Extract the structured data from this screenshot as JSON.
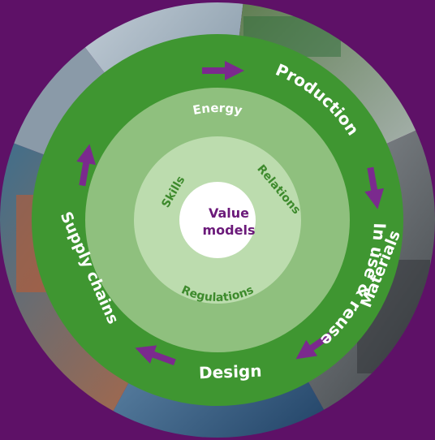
{
  "diagram": {
    "cycle_stages": [
      "Production",
      "In use & reuse",
      "Materials",
      "Design",
      "Supply chains"
    ],
    "middle_ring": [
      "Energy"
    ],
    "inner_ring": [
      "Skills",
      "Relations",
      "Regulations"
    ],
    "core": {
      "line1": "Value",
      "line2": "models"
    },
    "colors": {
      "background": "#5e1167",
      "outer_ring": "#3f9631",
      "middle_ring": "#8fc07e",
      "inner_ring": "#bcdcae",
      "core": "#ffffff",
      "arrows": "#7b2a8e",
      "core_text": "#6b1a7a",
      "inner_text": "#3d8a2c"
    }
  }
}
